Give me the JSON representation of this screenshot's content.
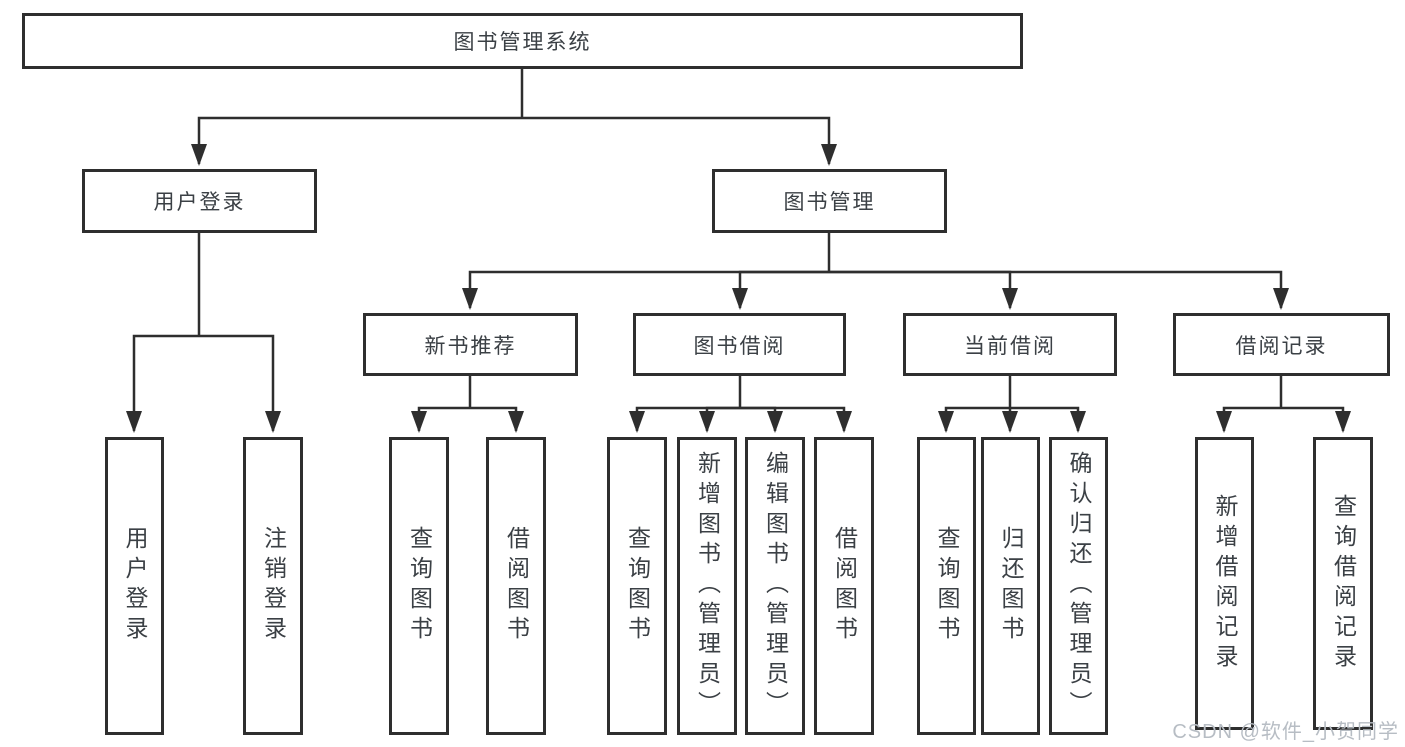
{
  "tree": {
    "root": {
      "label": "图书管理系统",
      "children": [
        {
          "label": "用户登录",
          "children": [
            {
              "label": "用户登录"
            },
            {
              "label": "注销登录"
            }
          ]
        },
        {
          "label": "图书管理",
          "children": [
            {
              "label": "新书推荐",
              "children": [
                {
                  "label": "查询图书"
                },
                {
                  "label": "借阅图书"
                }
              ]
            },
            {
              "label": "图书借阅",
              "children": [
                {
                  "label": "查询图书"
                },
                {
                  "label": "新增图书（管理员）"
                },
                {
                  "label": "编辑图书（管理员）"
                },
                {
                  "label": "借阅图书"
                }
              ]
            },
            {
              "label": "当前借阅",
              "children": [
                {
                  "label": "查询图书"
                },
                {
                  "label": "归还图书"
                },
                {
                  "label": "确认归还（管理员）"
                }
              ]
            },
            {
              "label": "借阅记录",
              "children": [
                {
                  "label": "新增借阅记录"
                },
                {
                  "label": "查询借阅记录"
                }
              ]
            }
          ]
        }
      ]
    }
  },
  "watermark": {
    "text": "CSDN @软件_小贺同学"
  },
  "colors": {
    "line": "#2e2e2e",
    "box_border": "#2e2e2e",
    "text": "#3b4045",
    "watermark": "#b7bdc4",
    "background": "#ffffff"
  }
}
